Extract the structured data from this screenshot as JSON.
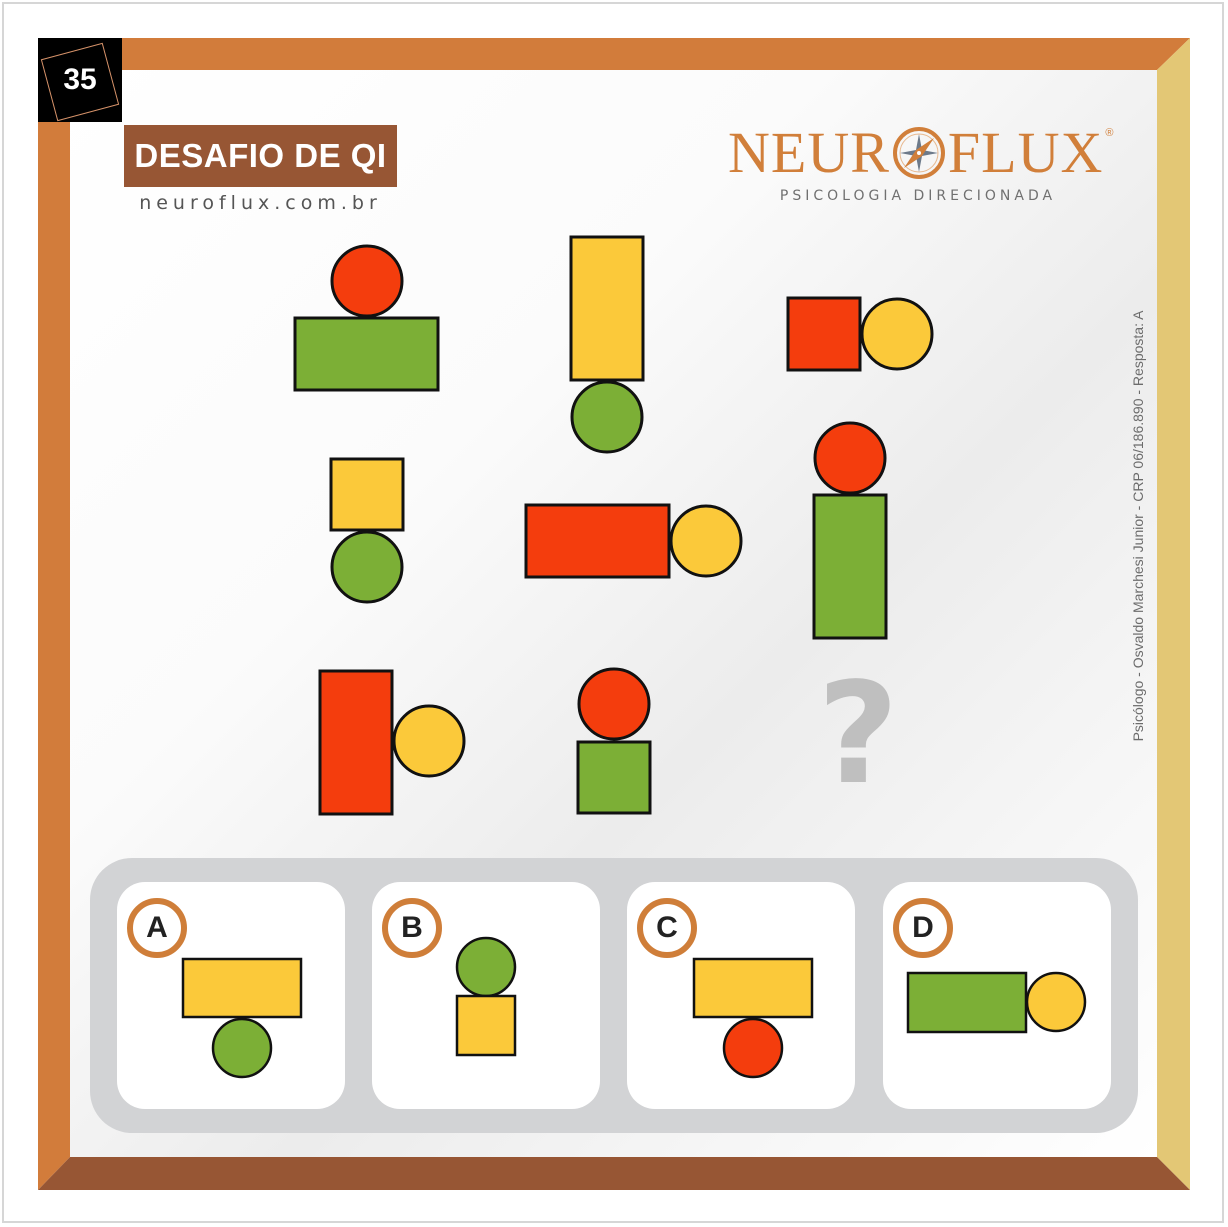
{
  "badge": {
    "number": "35"
  },
  "header": {
    "title": "DESAFIO DE QI",
    "website": "neuroflux.com.br"
  },
  "logo": {
    "left_text": "NEUR",
    "right_text": "FLUX",
    "registered_mark": "®",
    "tagline": "PSICOLOGIA DIRECIONADA",
    "icon": "compass-icon"
  },
  "credit": "Psicólogo - Osvaldo Marchesi Junior - CRP 06/186.890 - Resposta: A",
  "colors": {
    "frame_top": "#d27c3b",
    "frame_left": "#d27c3b",
    "frame_right": "#e3c775",
    "frame_bottom": "#975634",
    "red": "#f43d0d",
    "green": "#7caf36",
    "yellow": "#fbc93a",
    "accent_orange": "#cf7e39",
    "panel_gray": "#d2d3d5"
  },
  "puzzle": {
    "question_mark": "?",
    "cells": [
      {
        "row": 1,
        "col": 1,
        "description": "red circle on top of green horizontal rectangle"
      },
      {
        "row": 1,
        "col": 2,
        "description": "yellow vertical rectangle on top of green circle"
      },
      {
        "row": 1,
        "col": 3,
        "description": "red square with yellow circle to the right"
      },
      {
        "row": 2,
        "col": 1,
        "description": "yellow square on top of green circle"
      },
      {
        "row": 2,
        "col": 2,
        "description": "red horizontal rectangle with yellow circle to the right"
      },
      {
        "row": 2,
        "col": 3,
        "description": "red circle on top of green vertical rectangle"
      },
      {
        "row": 3,
        "col": 1,
        "description": "red vertical rectangle with yellow circle to the right"
      },
      {
        "row": 3,
        "col": 2,
        "description": "red circle on top of green square"
      },
      {
        "row": 3,
        "col": 3,
        "description": "missing (question mark)"
      }
    ]
  },
  "options": [
    {
      "letter": "A",
      "description": "yellow horizontal rectangle on top of green circle"
    },
    {
      "letter": "B",
      "description": "green circle on top of yellow square"
    },
    {
      "letter": "C",
      "description": "yellow horizontal rectangle on top of red circle"
    },
    {
      "letter": "D",
      "description": "green horizontal rectangle with yellow circle to the right"
    }
  ]
}
